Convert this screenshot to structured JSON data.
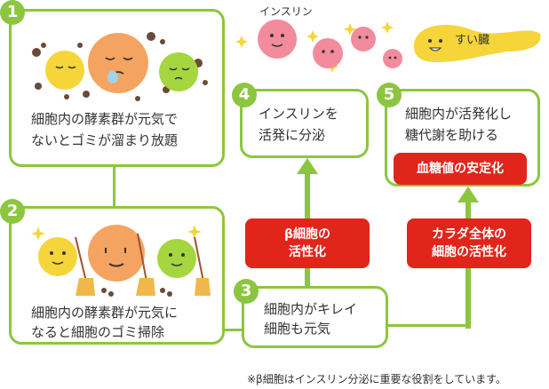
{
  "steps": [
    {
      "num": "1",
      "line1": "細胞内の酵素群が元気で",
      "line2": "ないとゴミが溜まり放題"
    },
    {
      "num": "2",
      "line1": "細胞内の酵素群が元気に",
      "line2": "なると細胞のゴミ掃除"
    },
    {
      "num": "3",
      "line1": "細胞内がキレイ",
      "line2": "細胞も元気"
    },
    {
      "num": "4",
      "line1": "インスリンを",
      "line2": "活発に分泌"
    },
    {
      "num": "5",
      "line1": "細胞内が活発化し",
      "line2": "糖代謝を助ける"
    }
  ],
  "red_labels": {
    "beta_line1": "β細胞の",
    "beta_line2": "活性化",
    "body_line1": "カラダ全体の",
    "body_line2": "細胞の活性化",
    "blood_sugar": "血糖値の安定化"
  },
  "insulin_label": "インスリン",
  "pancreas_label": "すい臓",
  "footnote": "※β細胞はインスリン分泌に重要な役割をしています。",
  "colors": {
    "green": "#8cc63f",
    "red": "#e1251b",
    "orange": "#f4a460",
    "yellow": "#f5d53a",
    "pink": "#f28b9b",
    "lime": "#a5d63f"
  }
}
